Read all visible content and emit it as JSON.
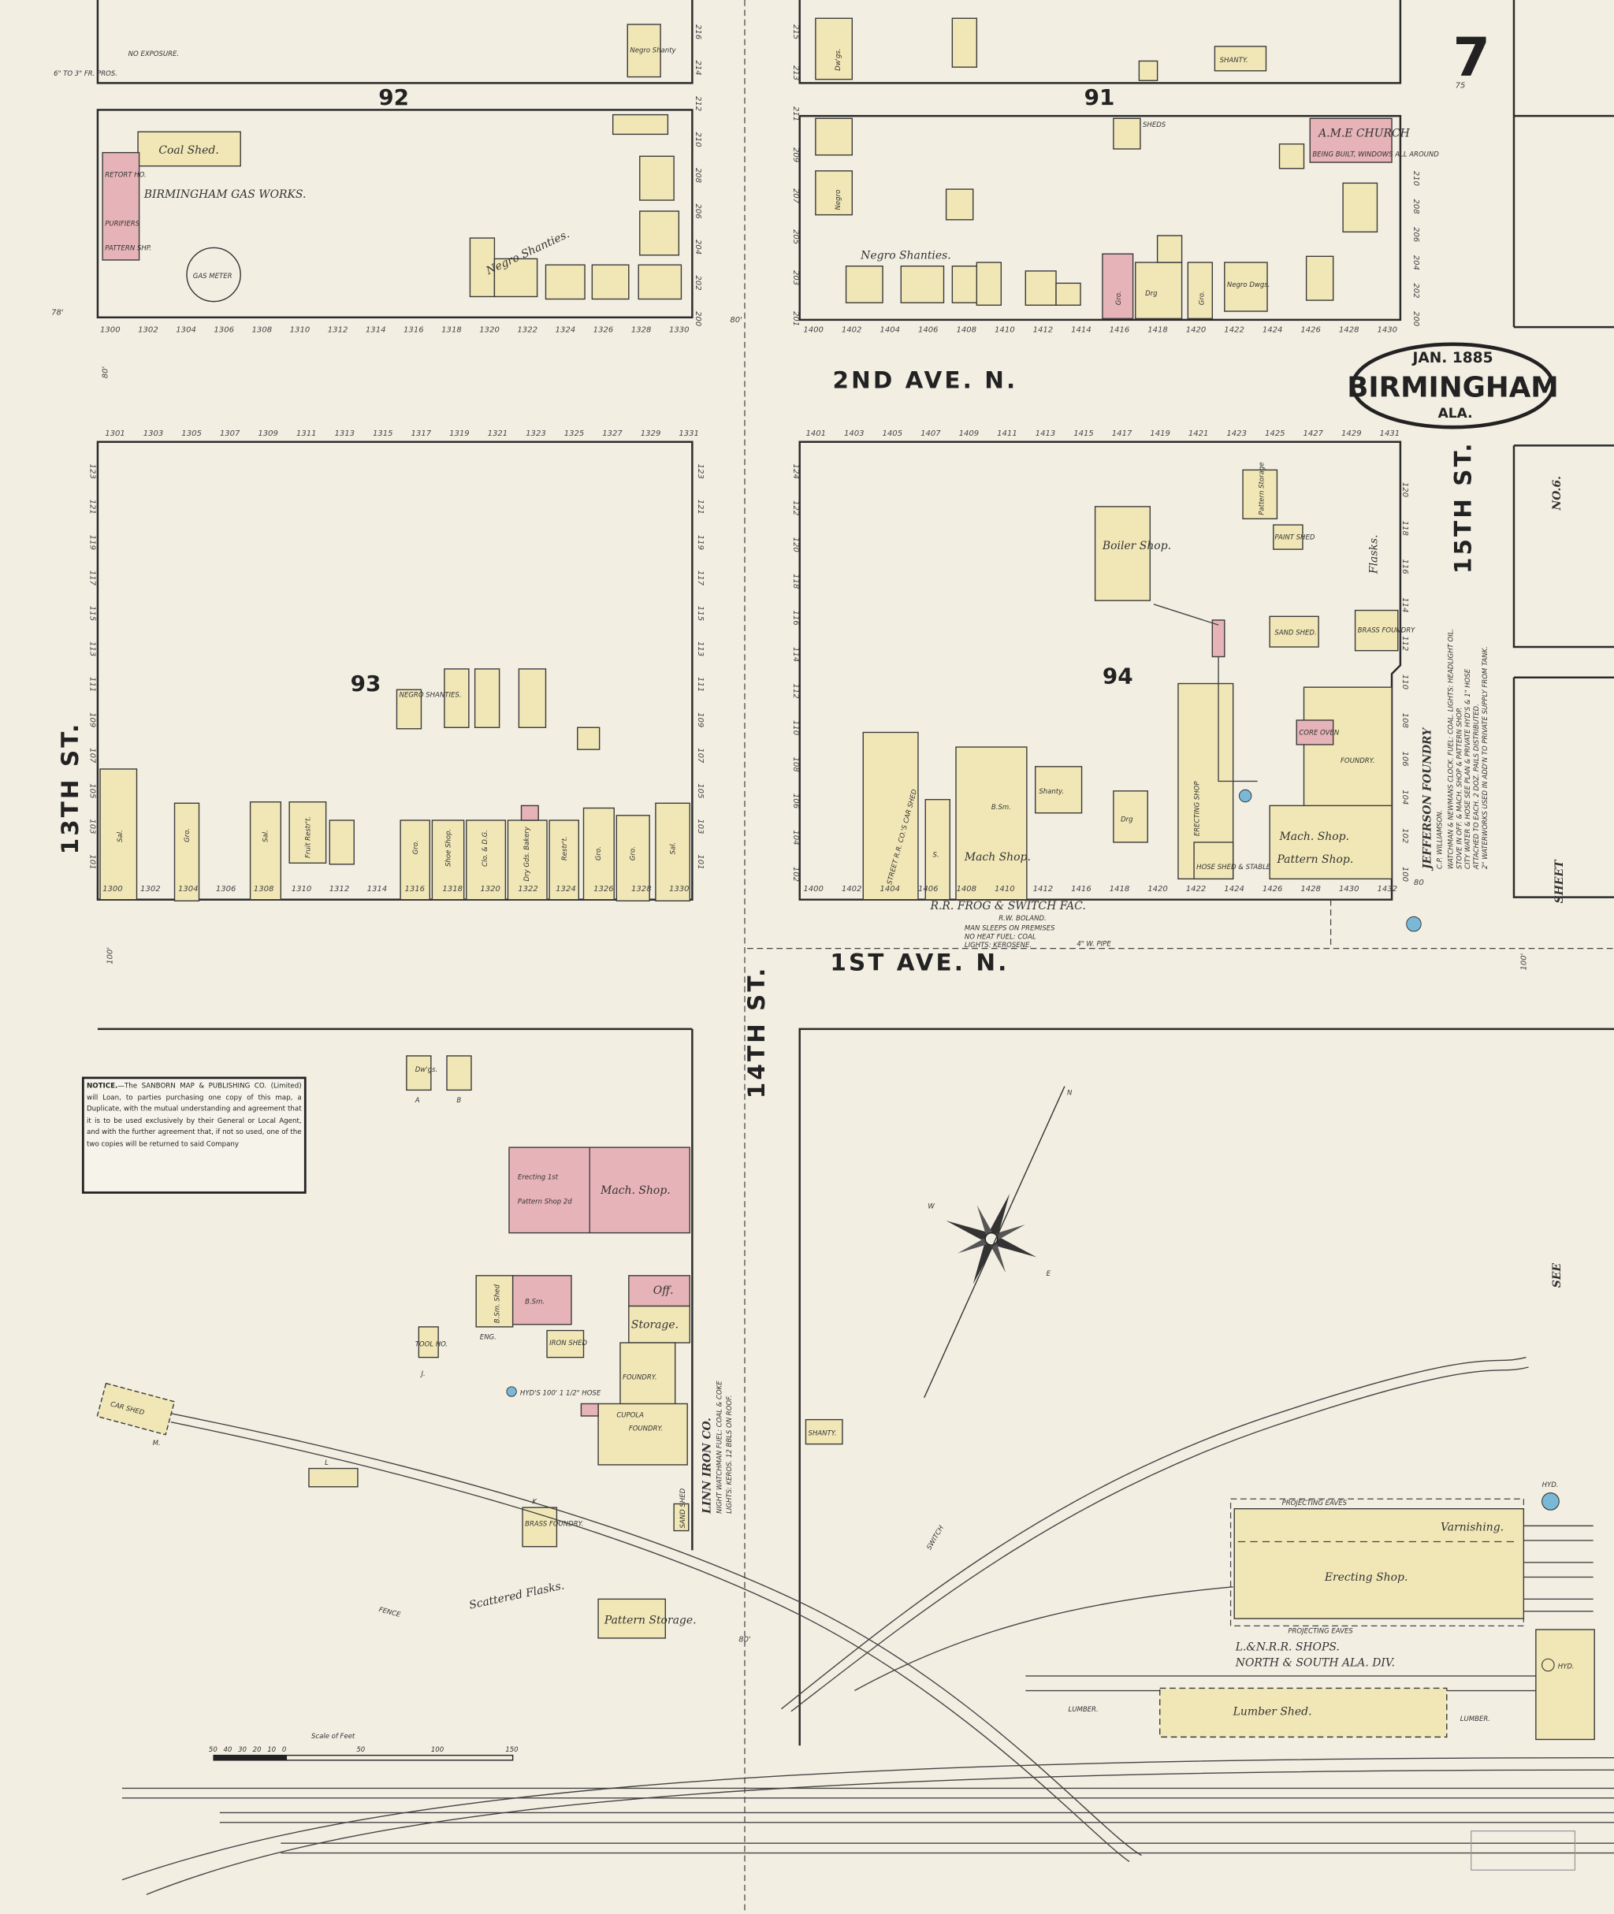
{
  "sheet_number": "7",
  "title_stamp": {
    "date": "JAN. 1885",
    "city": "BIRMINGHAM",
    "state": "ALA."
  },
  "colors": {
    "paper": "#f2eee2",
    "frame_building": "#f1e7b6",
    "brick_building": "#e6b3b8",
    "hydrant": "#7ab8d8"
  },
  "streets": {
    "second_ave": "2ND AVE. N.",
    "first_ave": "1ST AVE. N.",
    "thirteenth_st": "13TH ST.",
    "fourteenth_st": "14TH ST.",
    "fifteenth_st": "15TH ST."
  },
  "blocks": {
    "b92": "92",
    "b91": "91",
    "b93": "93",
    "b94": "94"
  },
  "street_widths": {
    "w78": "78'",
    "w80a": "80'",
    "w80b": "80'",
    "w100a": "100'",
    "w100b": "100'",
    "w75": "75",
    "w80c": "80",
    "w80d": "80'"
  },
  "labels": {
    "no_exposure": "NO EXPOSURE.",
    "gas_pipe_note": "6\" TO 3\" FR. PROS.",
    "negro_shanty": "Negro Shanty",
    "coal_shed": "Coal Shed.",
    "retort_house": "RETORT HO.",
    "purifiers": "PURIFIERS",
    "pattern_shop_small": "PATTERN SHP.",
    "gas_works": "BIRMINGHAM GAS WORKS.",
    "gas_meter": "GAS METER",
    "negro_shanties_92": "Negro Shanties.",
    "dwgs_top": "Dw'gs.",
    "shanty_top": "SHANTY.",
    "ame_church": "A.M.E CHURCH",
    "ame_note": "BEING BUILT, WINDOWS ALL AROUND",
    "sheds": "SHEDS",
    "negro_91": "Negro",
    "negro_shanties_91": "Negro Shanties.",
    "gro": "Gro.",
    "drg": "Drg",
    "negro_dwgs": "Negro Dwgs.",
    "sal": "Sal.",
    "fruit_restr": "Fruit Restr't.",
    "shoe_shop": "Shoe Shop.",
    "clo_dg": "Clo. & D.G.",
    "dry_gds_bakery": "Dry Gds. Bakery",
    "restr": "Restr't.",
    "negro_shanties_93": "NEGRO SHANTIES.",
    "car_shed": "STREET R.R. CO.'S CAR SHED",
    "s": "S.",
    "b_sm": "B.Sm.",
    "mach_shop": "Mach Shop.",
    "shanty": "Shanty.",
    "boiler_shop": "Boiler Shop.",
    "pattern_storage": "Pattern Storage",
    "paint_shed": "PAINT SHED",
    "sand_shed": "SAND SHED.",
    "brass_foundry": "BRASS FOUNDRY",
    "flasks": "Flasks.",
    "erecting_shop_small": "ERECTING SHOP",
    "core_oven": "CORE OVEN",
    "foundry": "FOUNDRY.",
    "mach_shop_94": "Mach. Shop.",
    "pattern_shop_94": "Pattern Shop.",
    "hose_shed": "HOSE SHED & STABLE",
    "frog_factory": "R.R. FROG & SWITCH FAC.",
    "frog_owner": "R.W. BOLAND.",
    "frog_note_1": "MAN SLEEPS ON PREMISES",
    "frog_note_2": "NO HEAT FUEL: COAL",
    "frog_note_3": "LIGHTS: KEROSENE.",
    "water_pipe": "4\" W. PIPE",
    "jefferson": "JEFFERSON FOUNDRY",
    "jefferson_owner": "C.P. WILLIAMSON.",
    "jefferson_note_1": "WATCHMAN & NEWMANS CLOCK. FUEL: COAL. LIGHTS: HEADLIGHT OIL.",
    "jefferson_note_2": "STOVE IN OFF. & MACH. SHOP & PATTERN SHOP.",
    "jefferson_note_3": "CITY WATER & HOSE SEE PLAN & PRIVATE HYD'S & 1\" HOSE",
    "jefferson_note_4": "ATTACHED TO EACH. 2 DOZ. PAILS DISTRIBUTED.",
    "jefferson_note_5": "2\" WATERWORKS USED IN ADD'N TO PRIVATE SUPPLY FROM TANK.",
    "dwgs_ab": "Dw'gs.",
    "a": "A",
    "b": "B",
    "erecting_1st": "Erecting 1st",
    "pattern_shop_2d": "Pattern Shop 2d",
    "mach_shop_linn": "Mach. Shop.",
    "b_sm_shed": "B.Sm. Shed",
    "b_sm_linn": "B.Sm.",
    "off": "Off.",
    "storage": "Storage.",
    "foundry_linn": "FOUNDRY.",
    "foundry_linn2": "FOUNDRY.",
    "cupola": "CUPOLA",
    "tool_ho": "TOOL HO.",
    "j": "J.",
    "iron_shed": "IRON SHED",
    "eng": "ENG.",
    "hyds": "HYD'S 100' 1 1/2\" HOSE",
    "car_shed_m": "CAR SHED",
    "m": "M.",
    "l": "L",
    "k": "K",
    "brass_foundry_linn": "BRASS FOUNDRY.",
    "scattered_flasks": "Scattered Flasks.",
    "fence": "FENCE",
    "pattern_storage_linn": "Pattern Storage.",
    "sand_shed_linn": "SAND SHED",
    "linn": "LINN IRON CO.",
    "linn_note_1": "NIGHT WATCHMAN FUEL: COAL & COKE",
    "linn_note_2": "LIGHTS: KEROS. 12 BBLS ON ROOF.",
    "shanty_south": "SHANTY.",
    "switch": "SWITCH",
    "varnishing": "Varnishing.",
    "erecting_shop": "Erecting Shop.",
    "projecting_eaves_top": "PROJECTING EAVES",
    "projecting_eaves_bottom": "PROJECTING EAVES",
    "ln_shops": "L.&N.R.R. SHOPS.",
    "ln_division": "NORTH & SOUTH ALA. DIV.",
    "lumber_shed": "Lumber    Shed.",
    "lumber_left": "LUMBER.",
    "lumber_right": "LUMBER.",
    "hyd_1": "HYD.",
    "hyd_2": "HYD.",
    "see": "SEE",
    "sheet": "SHEET",
    "no6": "NO.6.",
    "compass_n": "N",
    "compass_e": "E",
    "compass_w": "W"
  },
  "notice": {
    "heading": "NOTICE.",
    "text": "—The SANBORN MAP & PUBLISHING CO. (Limited) will Loan, to parties purchasing one copy of this map, a Duplicate, with the mutual understanding and agreement that it is to be used exclusively by their General or Local Agent, and with the further agreement that, if not so used, one of the two copies will be returned to said Company"
  },
  "scale": {
    "title": "Scale of Feet",
    "ticks": [
      "50",
      "40",
      "30",
      "20",
      "10",
      "0",
      "50",
      "100",
      "150"
    ]
  },
  "house_numbers": {
    "row_92": [
      "1300",
      "1302",
      "1304",
      "1306",
      "1308",
      "1310",
      "1312",
      "1314",
      "1316",
      "1318",
      "1320",
      "1322",
      "1324",
      "1326",
      "1328",
      "1330"
    ],
    "row_91": [
      "1400",
      "1402",
      "1404",
      "1406",
      "1408",
      "1410",
      "1412",
      "1414",
      "1416",
      "1418",
      "1420",
      "1422",
      "1424",
      "1426",
      "1428",
      "1430"
    ],
    "row_93_top": [
      "1301",
      "1303",
      "1305",
      "1307",
      "1309",
      "1311",
      "1313",
      "1315",
      "1317",
      "1319",
      "1321",
      "1323",
      "1325",
      "1327",
      "1329",
      "1331"
    ],
    "row_94_top": [
      "1401",
      "1403",
      "1405",
      "1407",
      "1409",
      "1411",
      "1413",
      "1415",
      "1417",
      "1419",
      "1421",
      "1423",
      "1425",
      "1427",
      "1429",
      "1431"
    ],
    "row_93_bottom": [
      "1300",
      "1302",
      "1304",
      "1306",
      "1308",
      "1310",
      "1312",
      "1314",
      "1316",
      "1318",
      "1320",
      "1322",
      "1324",
      "1326",
      "1328",
      "1330"
    ],
    "row_94_bottom": [
      "1400",
      "1402",
      "1404",
      "1406",
      "1408",
      "1410",
      "1412",
      "1416",
      "1418",
      "1420",
      "1422",
      "1424",
      "1426",
      "1428",
      "1430",
      "1432"
    ],
    "col_93_left": [
      "123",
      "121",
      "119",
      "117",
      "115",
      "113",
      "111",
      "109",
      "107",
      "105",
      "103",
      "101"
    ],
    "col_93_right": [
      "123",
      "121",
      "119",
      "117",
      "115",
      "113",
      "111",
      "109",
      "107",
      "105",
      "103",
      "101"
    ],
    "col_94_left": [
      "124",
      "122",
      "120",
      "118",
      "116",
      "114",
      "112",
      "110",
      "108",
      "106",
      "104",
      "102"
    ],
    "col_94_right": [
      "120",
      "118",
      "116",
      "114",
      "112",
      "110",
      "108",
      "106",
      "104",
      "102",
      "100"
    ],
    "col_92_right": [
      "216",
      "214",
      "212",
      "210",
      "208",
      "206",
      "204",
      "202",
      "200"
    ],
    "col_91_left": [
      "215",
      "213",
      "211",
      "209",
      "207",
      "205",
      "203",
      "201"
    ],
    "col_91_right": [
      "210",
      "208",
      "206",
      "204",
      "202",
      "200"
    ]
  }
}
